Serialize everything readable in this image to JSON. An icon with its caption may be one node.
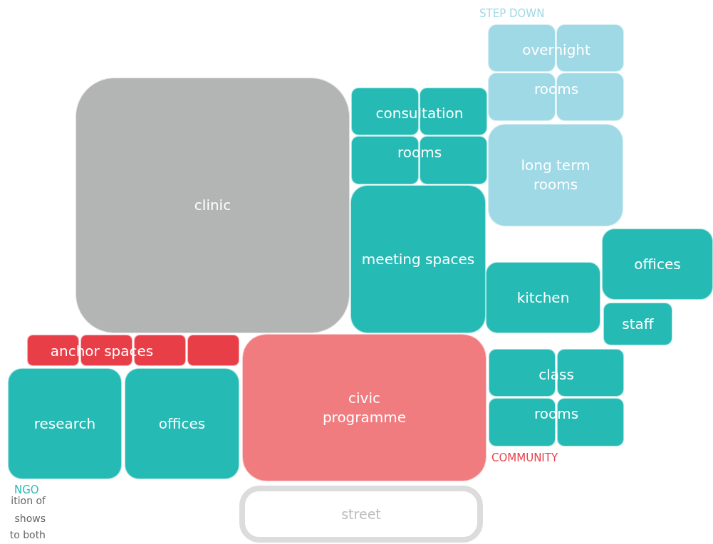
{
  "diagram": {
    "nodes": [
      {
        "text": [],
        "shape": "box"
      },
      {
        "text": [],
        "shape": "box"
      },
      {
        "text": [],
        "shape": "box"
      },
      {
        "text": [],
        "shape": "box"
      },
      {
        "text": [],
        "shape": "box"
      },
      {
        "text": [],
        "shape": "box"
      },
      {
        "text": [],
        "shape": "box"
      },
      {
        "text": [],
        "shape": "box"
      },
      {
        "text": [
          "clinic"
        ]
      },
      {
        "text": [
          "long term rooms"
        ]
      },
      {
        "text": [
          "meeting spaces"
        ]
      },
      {
        "text": [
          "offices"
        ]
      },
      {
        "text": [
          "kitchen"
        ]
      },
      {
        "text": [
          "staff"
        ]
      },
      {
        "text": [],
        "shape": "box"
      },
      {
        "text": [],
        "shape": "box"
      },
      {
        "text": [],
        "shape": "box"
      },
      {
        "text": [],
        "shape": "box"
      },
      {
        "text": [
          "civic programme"
        ]
      },
      {
        "text": [],
        "shape": "box"
      },
      {
        "text": [],
        "shape": "box"
      },
      {
        "text": [],
        "shape": "box"
      },
      {
        "text": [],
        "shape": "box"
      },
      {
        "text": [
          "research"
        ]
      },
      {
        "text": [
          "offices"
        ]
      },
      {
        "text": [
          "street"
        ]
      }
    ],
    "labels": [
      "STEP DOWN",
      "overnight",
      "rooms",
      "consultation",
      "rooms",
      "anchor spaces",
      "class",
      "rooms",
      "COMMUNITY",
      "NGO",
      "ition of",
      "shows",
      "to both"
    ]
  }
}
